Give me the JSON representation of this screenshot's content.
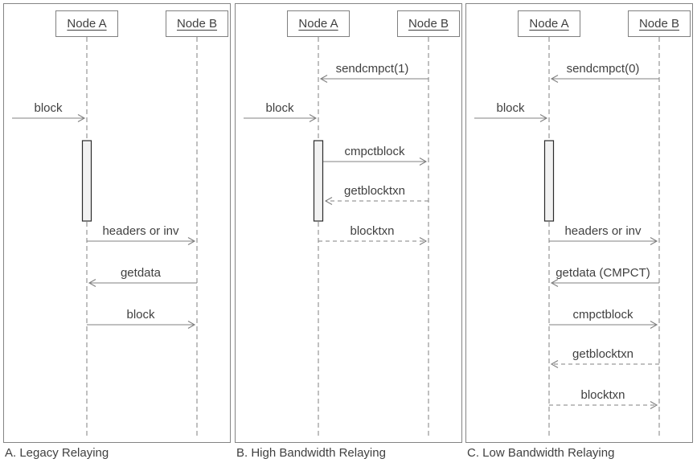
{
  "panels": [
    {
      "caption": "A. Legacy Relaying",
      "nodes": {
        "a": "Node A",
        "b": "Node B"
      },
      "messages": [
        {
          "label": "block",
          "from": "network",
          "to": "Node A",
          "line": "solid"
        },
        {
          "label": "headers or inv",
          "from": "Node A",
          "to": "Node B",
          "line": "solid"
        },
        {
          "label": "getdata",
          "from": "Node B",
          "to": "Node A",
          "line": "solid"
        },
        {
          "label": "block",
          "from": "Node A",
          "to": "Node B",
          "line": "solid"
        }
      ]
    },
    {
      "caption": "B. High Bandwidth Relaying",
      "nodes": {
        "a": "Node A",
        "b": "Node B"
      },
      "messages": [
        {
          "label": "sendcmpct(1)",
          "from": "Node B",
          "to": "Node A",
          "line": "solid"
        },
        {
          "label": "block",
          "from": "network",
          "to": "Node A",
          "line": "solid"
        },
        {
          "label": "cmpctblock",
          "from": "Node A",
          "to": "Node B",
          "line": "solid"
        },
        {
          "label": "getblocktxn",
          "from": "Node B",
          "to": "Node A",
          "line": "dashed"
        },
        {
          "label": "blocktxn",
          "from": "Node A",
          "to": "Node B",
          "line": "dashed"
        }
      ]
    },
    {
      "caption": "C. Low Bandwidth Relaying",
      "nodes": {
        "a": "Node A",
        "b": "Node B"
      },
      "messages": [
        {
          "label": "sendcmpct(0)",
          "from": "Node B",
          "to": "Node A",
          "line": "solid"
        },
        {
          "label": "block",
          "from": "network",
          "to": "Node A",
          "line": "solid"
        },
        {
          "label": "headers or inv",
          "from": "Node A",
          "to": "Node B",
          "line": "solid"
        },
        {
          "label": "getdata (CMPCT)",
          "from": "Node B",
          "to": "Node A",
          "line": "solid"
        },
        {
          "label": "cmpctblock",
          "from": "Node A",
          "to": "Node B",
          "line": "solid"
        },
        {
          "label": "getblocktxn",
          "from": "Node B",
          "to": "Node A",
          "line": "dashed"
        },
        {
          "label": "blocktxn",
          "from": "Node A",
          "to": "Node B",
          "line": "dashed"
        }
      ]
    }
  ],
  "colors": {
    "panel_border": "#848484",
    "line": "#808080",
    "text": "#404040",
    "activation_fill": "#f2f2f2",
    "activation_border": "#2b2b2b",
    "background": "#ffffff"
  }
}
